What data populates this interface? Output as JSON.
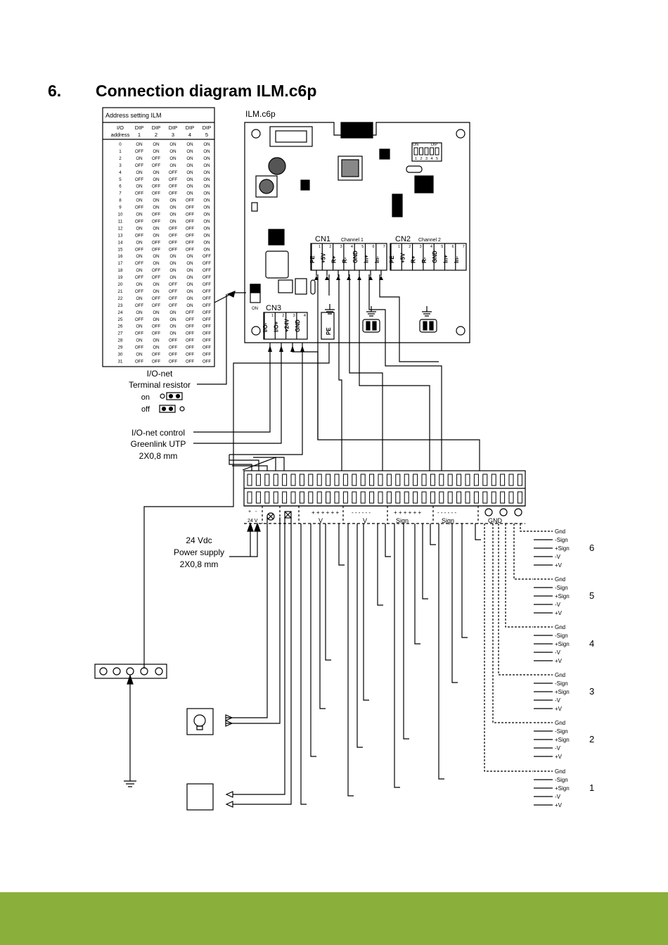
{
  "section": {
    "number": "6.",
    "title": "Connection diagram ILM.c6p"
  },
  "address_table": {
    "title": "Address setting ILM",
    "headers": [
      [
        "I/O",
        "address"
      ],
      [
        "DIP",
        "1"
      ],
      [
        "DIP",
        "2"
      ],
      [
        "DIP",
        "3"
      ],
      [
        "DIP",
        "4"
      ],
      [
        "DIP",
        "5"
      ]
    ],
    "rows": [
      [
        "0",
        "ON",
        "ON",
        "ON",
        "ON",
        "ON"
      ],
      [
        "1",
        "OFF",
        "ON",
        "ON",
        "ON",
        "ON"
      ],
      [
        "2",
        "ON",
        "OFF",
        "ON",
        "ON",
        "ON"
      ],
      [
        "3",
        "OFF",
        "OFF",
        "ON",
        "ON",
        "ON"
      ],
      [
        "4",
        "ON",
        "ON",
        "OFF",
        "ON",
        "ON"
      ],
      [
        "5",
        "OFF",
        "ON",
        "OFF",
        "ON",
        "ON"
      ],
      [
        "6",
        "ON",
        "OFF",
        "OFF",
        "ON",
        "ON"
      ],
      [
        "7",
        "OFF",
        "OFF",
        "OFF",
        "ON",
        "ON"
      ],
      [
        "8",
        "ON",
        "ON",
        "ON",
        "OFF",
        "ON"
      ],
      [
        "9",
        "OFF",
        "ON",
        "ON",
        "OFF",
        "ON"
      ],
      [
        "10",
        "ON",
        "OFF",
        "ON",
        "OFF",
        "ON"
      ],
      [
        "11",
        "OFF",
        "OFF",
        "ON",
        "OFF",
        "ON"
      ],
      [
        "12",
        "ON",
        "ON",
        "OFF",
        "OFF",
        "ON"
      ],
      [
        "13",
        "OFF",
        "ON",
        "OFF",
        "OFF",
        "ON"
      ],
      [
        "14",
        "ON",
        "OFF",
        "OFF",
        "OFF",
        "ON"
      ],
      [
        "15",
        "OFF",
        "OFF",
        "OFF",
        "OFF",
        "ON"
      ],
      [
        "16",
        "ON",
        "ON",
        "ON",
        "ON",
        "OFF"
      ],
      [
        "17",
        "OFF",
        "ON",
        "ON",
        "ON",
        "OFF"
      ],
      [
        "18",
        "ON",
        "OFF",
        "ON",
        "ON",
        "OFF"
      ],
      [
        "19",
        "OFF",
        "OFF",
        "ON",
        "ON",
        "OFF"
      ],
      [
        "20",
        "ON",
        "ON",
        "OFF",
        "ON",
        "OFF"
      ],
      [
        "21",
        "OFF",
        "ON",
        "OFF",
        "ON",
        "OFF"
      ],
      [
        "22",
        "ON",
        "OFF",
        "OFF",
        "ON",
        "OFF"
      ],
      [
        "23",
        "OFF",
        "OFF",
        "OFF",
        "ON",
        "OFF"
      ],
      [
        "24",
        "ON",
        "ON",
        "ON",
        "OFF",
        "OFF"
      ],
      [
        "25",
        "OFF",
        "ON",
        "ON",
        "OFF",
        "OFF"
      ],
      [
        "26",
        "ON",
        "OFF",
        "ON",
        "OFF",
        "OFF"
      ],
      [
        "27",
        "OFF",
        "OFF",
        "ON",
        "OFF",
        "OFF"
      ],
      [
        "28",
        "ON",
        "ON",
        "OFF",
        "OFF",
        "OFF"
      ],
      [
        "29",
        "OFF",
        "ON",
        "OFF",
        "OFF",
        "OFF"
      ],
      [
        "30",
        "ON",
        "OFF",
        "OFF",
        "OFF",
        "OFF"
      ],
      [
        "31",
        "OFF",
        "OFF",
        "OFF",
        "OFF",
        "OFF"
      ]
    ]
  },
  "board": {
    "name": "ILM.c6p",
    "dip_marks": {
      "on": "ON",
      "dip": "DIP",
      "numbers": [
        "1",
        "2",
        "3",
        "4",
        "5"
      ]
    },
    "jumper_label": "ON",
    "cn1": {
      "name": "CN1",
      "channel": "Channel 1",
      "pins": [
        [
          "PE",
          "1"
        ],
        [
          "+5V",
          "2"
        ],
        [
          "R+",
          "3"
        ],
        [
          "R-",
          "4"
        ],
        [
          "GND",
          "5"
        ],
        [
          "In+",
          "6"
        ],
        [
          "In-",
          "7"
        ]
      ]
    },
    "cn2": {
      "name": "CN2",
      "channel": "Channel 2",
      "pins": [
        [
          "PE",
          "1"
        ],
        [
          "+5V",
          "2"
        ],
        [
          "R+",
          "3"
        ],
        [
          "R-",
          "4"
        ],
        [
          "GND",
          "5"
        ],
        [
          "In+",
          "6"
        ],
        [
          "In-",
          "7"
        ]
      ]
    },
    "cn3": {
      "name": "CN3",
      "pins": [
        [
          "I/O-",
          "1"
        ],
        [
          "I/O+",
          "2"
        ],
        [
          "+24V",
          "3"
        ],
        [
          "GND",
          "4"
        ]
      ]
    },
    "pe_terminal": "PE"
  },
  "side_labels": {
    "io_net": "I/O-net",
    "terminal_resistor": "Terminal resistor",
    "on": "on",
    "off": "off",
    "io_control": "I/O-net control",
    "greenlink": "Greenlink UTP",
    "cable1": "2X0,8 mm",
    "supply": "24 Vdc",
    "power_supply": "Power supply",
    "cable2": "2X0,8 mm"
  },
  "terminal_strip": {
    "marks": [
      "+",
      "-"
    ],
    "v24_label": "24 V",
    "plus_group": "+ + + + + +",
    "minus_group": "- - - - - -",
    "group_labels": [
      "V",
      "V",
      "Sign",
      "Sign",
      "GND"
    ]
  },
  "outputs": {
    "wire_labels": [
      "Gnd",
      "-Sign",
      "+Sign",
      "-V",
      "+V"
    ],
    "channels": [
      "6",
      "5",
      "4",
      "3",
      "2",
      "1"
    ]
  }
}
